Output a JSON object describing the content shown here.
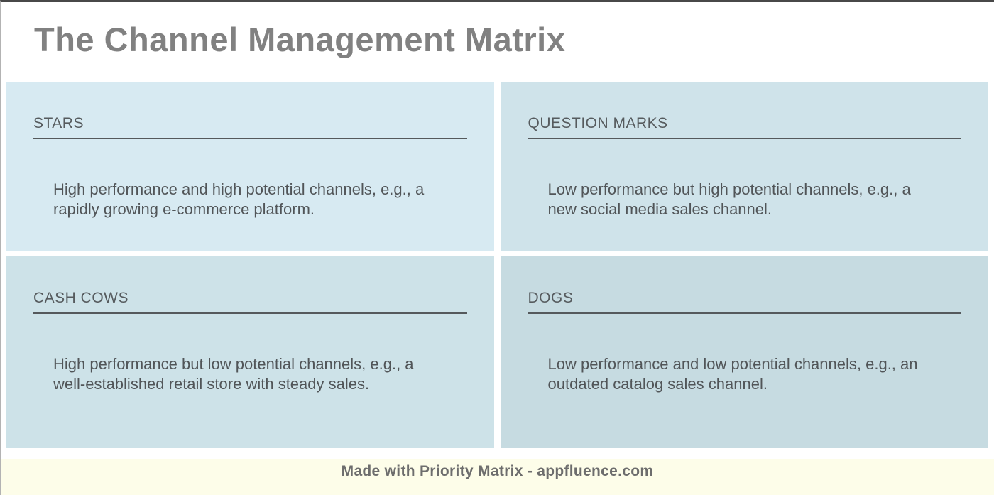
{
  "title": "The Channel Management Matrix",
  "quadrants": [
    {
      "label": "STARS",
      "description": "High performance and high potential channels, e.g., a rapidly growing e-commerce platform.",
      "bg": "#d7eaf2"
    },
    {
      "label": "QUESTION MARKS",
      "description": "Low performance but high potential channels, e.g., a new social media sales channel.",
      "bg": "#cfe3ea"
    },
    {
      "label": "CASH COWS",
      "description": "High performance but low potential channels, e.g., a well-established retail store with steady sales.",
      "bg": "#cde2e8"
    },
    {
      "label": "DOGS",
      "description": "Low performance and low potential channels, e.g., an outdated catalog sales channel.",
      "bg": "#c6dbe1"
    }
  ],
  "footer": {
    "credit": "Made with Priority Matrix - appfluence.com",
    "background": "#fdfde9",
    "text_color": "#6d6d6d"
  },
  "colors": {
    "title_text": "#818181",
    "quadrant_heading": "#565b5e",
    "heading_underline": "#55595c",
    "body_text": "#515558",
    "top_border": "#484848"
  }
}
